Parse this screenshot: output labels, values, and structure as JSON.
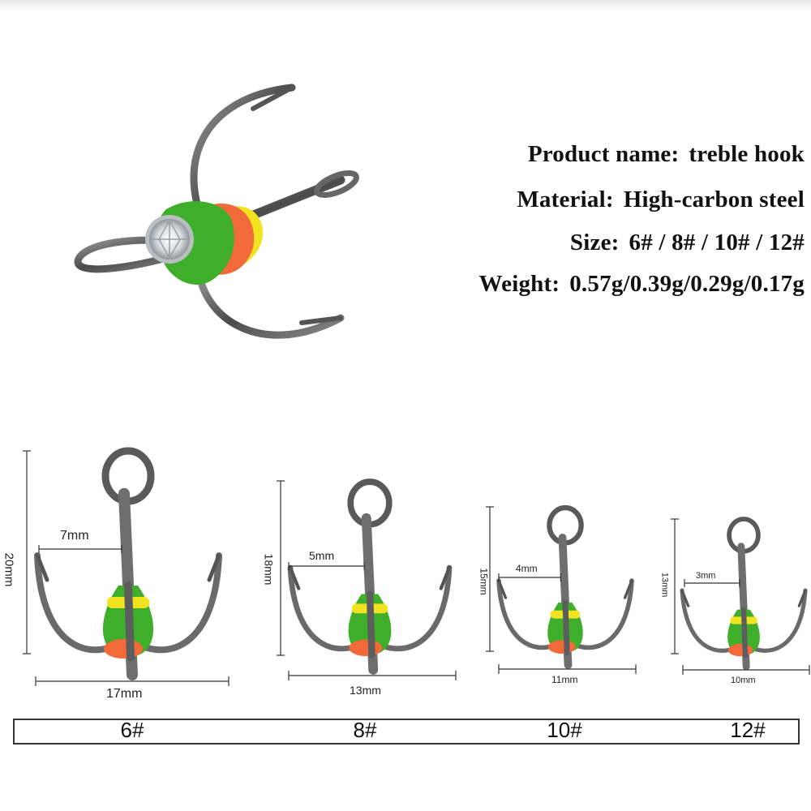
{
  "specs": {
    "name": {
      "key": "Product name:",
      "value": "treble hook"
    },
    "material": {
      "key": "Material:",
      "value": "High-carbon steel"
    },
    "size": {
      "key": "Size:",
      "value": "6# / 8# / 10# / 12#"
    },
    "weight": {
      "key": "Weight:",
      "value": "0.57g/0.39g/0.29g/0.17g"
    }
  },
  "hooks": [
    {
      "size": "6#",
      "height": "20mm",
      "gap": "7mm",
      "width": "17mm"
    },
    {
      "size": "8#",
      "height": "18mm",
      "gap": "5mm",
      "width": "13mm"
    },
    {
      "size": "10#",
      "height": "15mm",
      "gap": "4mm",
      "width": "11mm"
    },
    {
      "size": "12#",
      "height": "13mm",
      "gap": "3mm",
      "width": "10mm"
    }
  ],
  "colors": {
    "steel": "#6b6b6b",
    "green": "#3fae2a",
    "orange": "#f36a3a",
    "yellow": "#f2e320"
  }
}
